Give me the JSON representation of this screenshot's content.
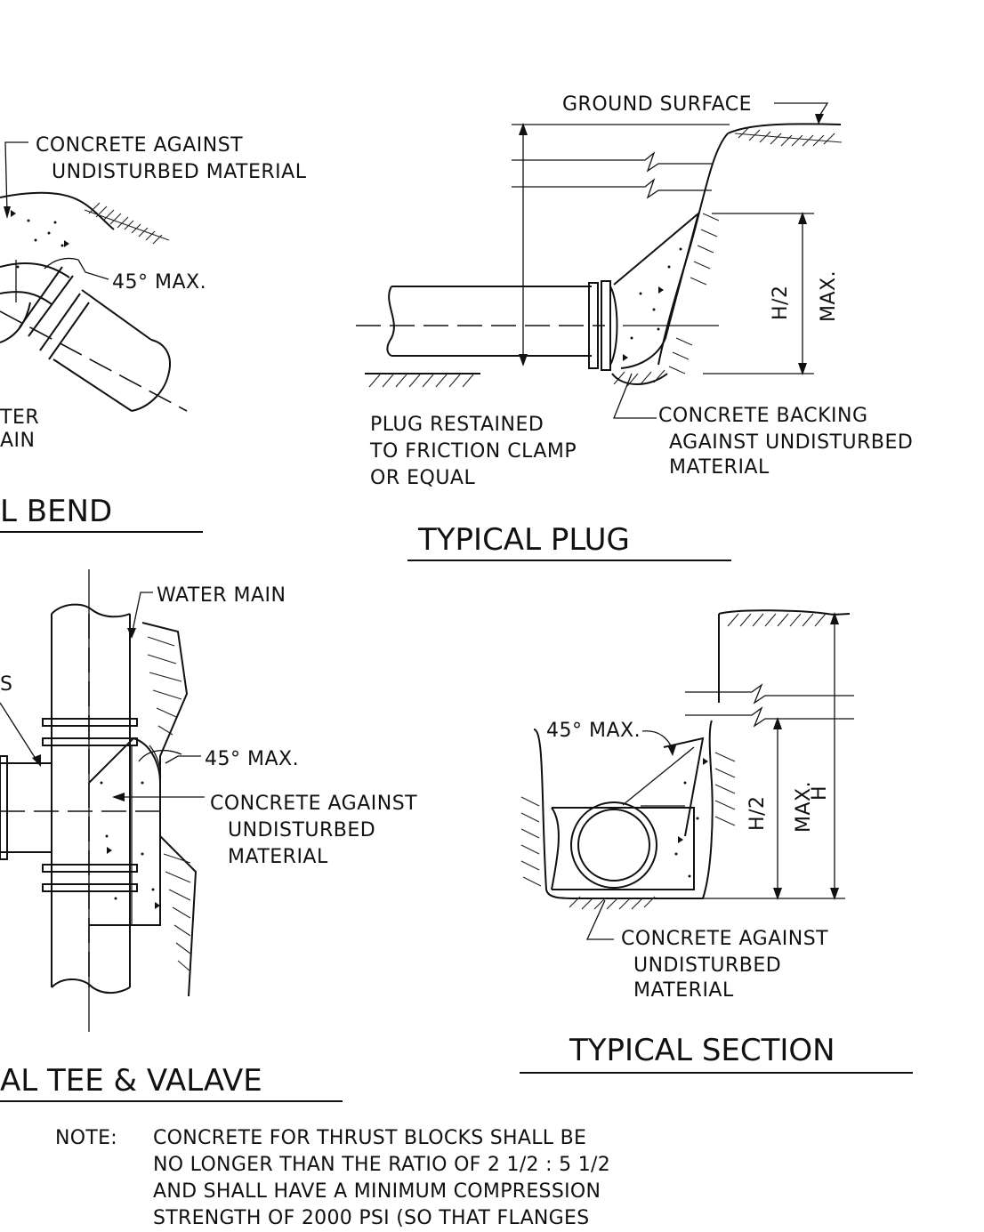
{
  "bend": {
    "label_concrete_1": "CONCRETE AGAINST",
    "label_concrete_2": "UNDISTURBED MATERIAL",
    "label_angle": "45° MAX.",
    "label_main_1": "TER",
    "label_main_2": "AIN",
    "title": "L BEND"
  },
  "plug": {
    "label_ground": "GROUND SURFACE",
    "label_plug_1": "PLUG RESTAINED",
    "label_plug_2": "TO FRICTION CLAMP",
    "label_plug_3": "OR EQUAL",
    "label_backing_1": "CONCRETE BACKING",
    "label_backing_2": "AGAINST UNDISTURBED",
    "label_backing_3": "MATERIAL",
    "dim_h2": "H/2",
    "dim_max": "MAX.",
    "title": "TYPICAL PLUG"
  },
  "tee": {
    "label_main": "WATER MAIN",
    "label_s": "S",
    "label_angle": "45° MAX.",
    "label_concrete_1": "CONCRETE AGAINST",
    "label_concrete_2": "UNDISTURBED",
    "label_concrete_3": "MATERIAL",
    "title": "AL TEE & VALAVE"
  },
  "section": {
    "label_angle": "45° MAX.",
    "dim_h2": "H/2",
    "dim_max": "MAX.",
    "dim_h": "H",
    "label_concrete_1": "CONCRETE AGAINST",
    "label_concrete_2": "UNDISTURBED",
    "label_concrete_3": "MATERIAL",
    "title": "TYPICAL SECTION"
  },
  "note": {
    "heading": "NOTE:",
    "line1": "CONCRETE FOR THRUST BLOCKS SHALL BE",
    "line2": "NO LONGER THAN THE RATIO OF 2 1/2 : 5 1/2",
    "line3": "AND SHALL HAVE A MINIMUM COMPRESSION",
    "line4": "STRENGTH OF 2000 PSI (SO THAT FLANGES"
  }
}
